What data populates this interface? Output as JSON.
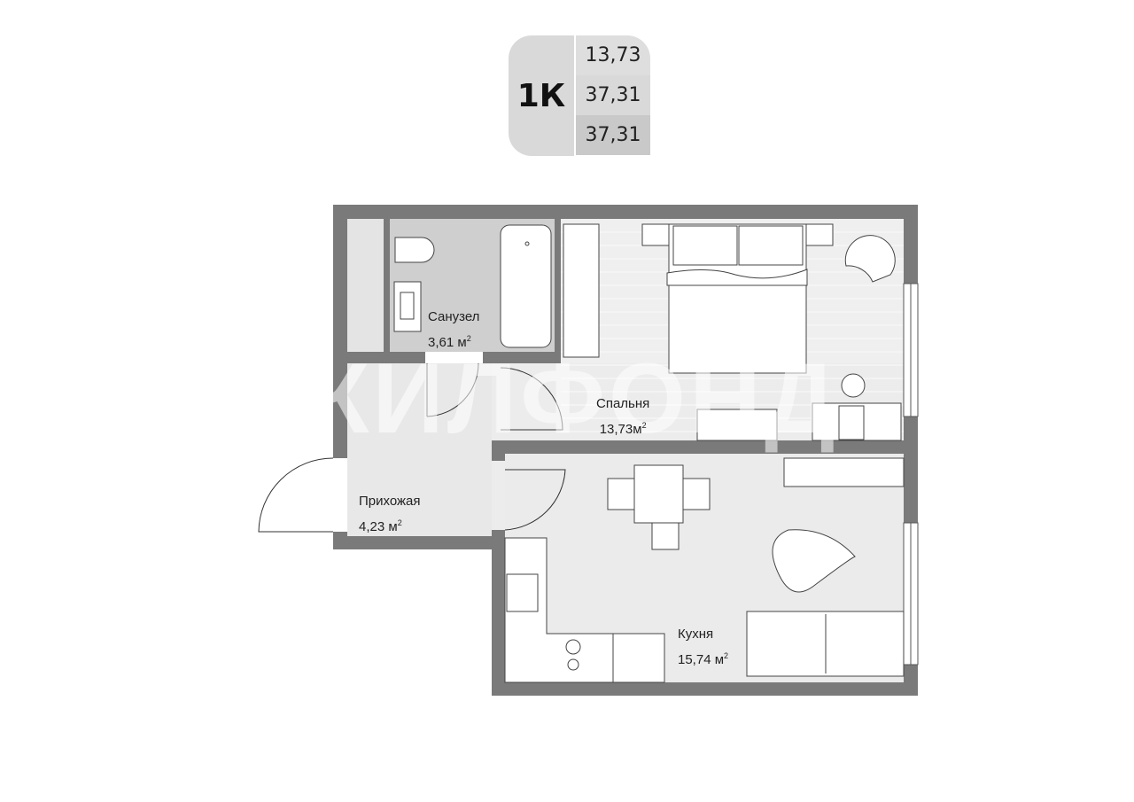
{
  "badge": {
    "type": "1К",
    "living_area": "13,73",
    "total_area": "37,31",
    "total_area_2": "37,31"
  },
  "rooms": [
    {
      "name": "Санузел",
      "area": "3,61 м",
      "sup": "2"
    },
    {
      "name": "Спальня",
      "area": "13,73м",
      "sup": "2"
    },
    {
      "name": "Прихожая",
      "area": "4,23 м",
      "sup": "2"
    },
    {
      "name": "Кухня",
      "area": "15,74 м",
      "sup": "2"
    }
  ],
  "watermark": "ЖИЛФОНД",
  "colors": {
    "wall": "#7a7a7a",
    "bath_floor": "#cccccc",
    "floor": "#ececec"
  }
}
